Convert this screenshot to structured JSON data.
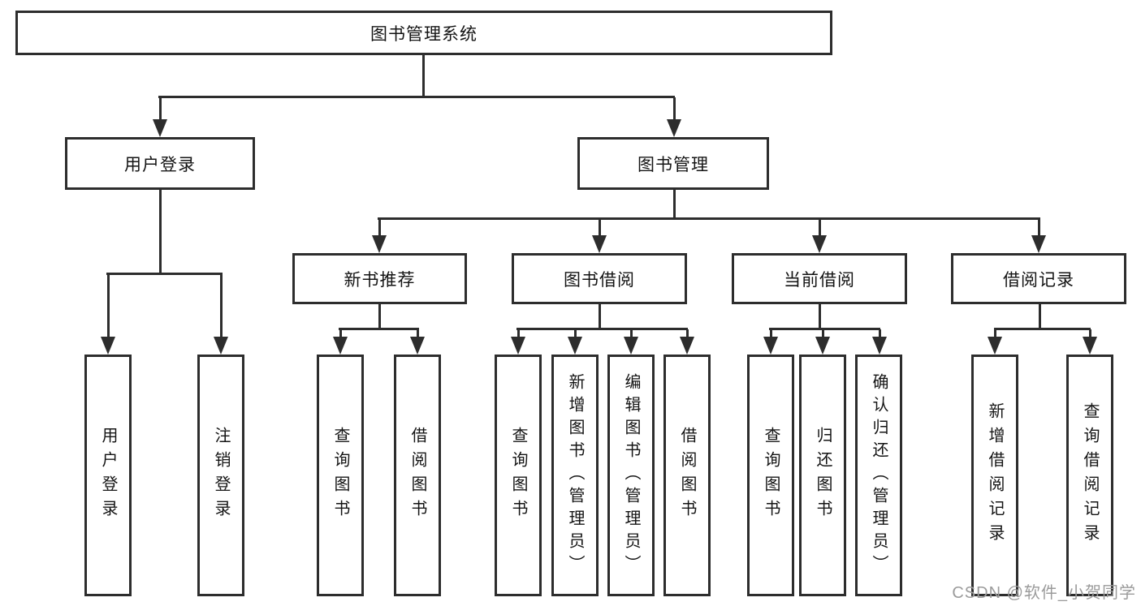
{
  "root": {
    "label": "图书管理系统"
  },
  "branches": [
    {
      "label": "用户登录"
    },
    {
      "label": "图书管理"
    }
  ],
  "modules": [
    {
      "label": "新书推荐",
      "parent": "图书管理"
    },
    {
      "label": "图书借阅",
      "parent": "图书管理"
    },
    {
      "label": "当前借阅",
      "parent": "图书管理"
    },
    {
      "label": "借阅记录",
      "parent": "图书管理"
    }
  ],
  "leaves": [
    {
      "label": "用户登录",
      "parent": "用户登录"
    },
    {
      "label": "注销登录",
      "parent": "用户登录"
    },
    {
      "label": "查询图书",
      "parent": "新书推荐"
    },
    {
      "label": "借阅图书",
      "parent": "新书推荐"
    },
    {
      "label": "查询图书",
      "parent": "图书借阅"
    },
    {
      "label": "新增图书（管理员）",
      "parent": "图书借阅"
    },
    {
      "label": "编辑图书（管理员）",
      "parent": "图书借阅"
    },
    {
      "label": "借阅图书",
      "parent": "图书借阅"
    },
    {
      "label": "查询图书",
      "parent": "当前借阅"
    },
    {
      "label": "归还图书",
      "parent": "当前借阅"
    },
    {
      "label": "确认归还（管理员）",
      "parent": "当前借阅"
    },
    {
      "label": "新增借阅记录",
      "parent": "借阅记录"
    },
    {
      "label": "查询借阅记录",
      "parent": "借阅记录"
    }
  ],
  "watermark": {
    "text": "CSDN @软件_小贺同学"
  },
  "colors": {
    "line": "#2d2d2d",
    "box_border": "#2d2d2d",
    "box_fill": "#ffffff",
    "text": "#141414",
    "watermark": "#9b9b9b",
    "background": "#ffffff"
  }
}
